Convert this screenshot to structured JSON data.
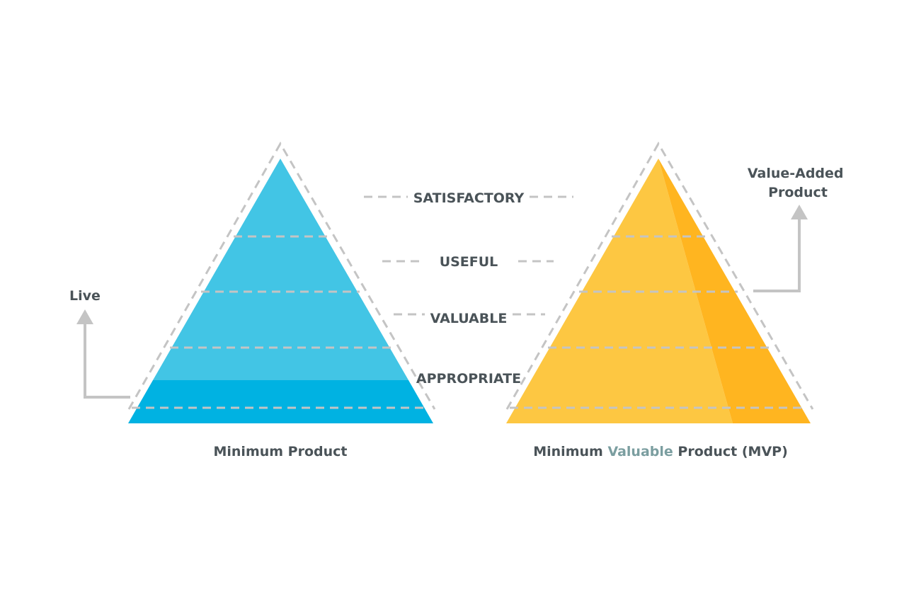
{
  "colors": {
    "background": "#ffffff",
    "blue_light": "#42c5e5",
    "blue_dark": "#00b2e2",
    "yellow_light": "#fdc742",
    "yellow_dark": "#ffb520",
    "dash": "#c4c4c4",
    "arrow": "#c4c4c4",
    "text": "#4a5358",
    "highlight_text": "#7b9ea0"
  },
  "levels": {
    "satisfactory": "SATISFACTORY",
    "useful": "USEFUL",
    "valuable": "VALUABLE",
    "appropriate": "APPROPRIATE"
  },
  "left_pyramid": {
    "caption": "Minimum Product",
    "arrow_label": "Live"
  },
  "right_pyramid": {
    "caption_prefix": "Minimum ",
    "caption_highlight": "Valuable",
    "caption_suffix": " Product (MVP)",
    "arrow_label_line1": "Value-Added",
    "arrow_label_line2": "Product"
  }
}
